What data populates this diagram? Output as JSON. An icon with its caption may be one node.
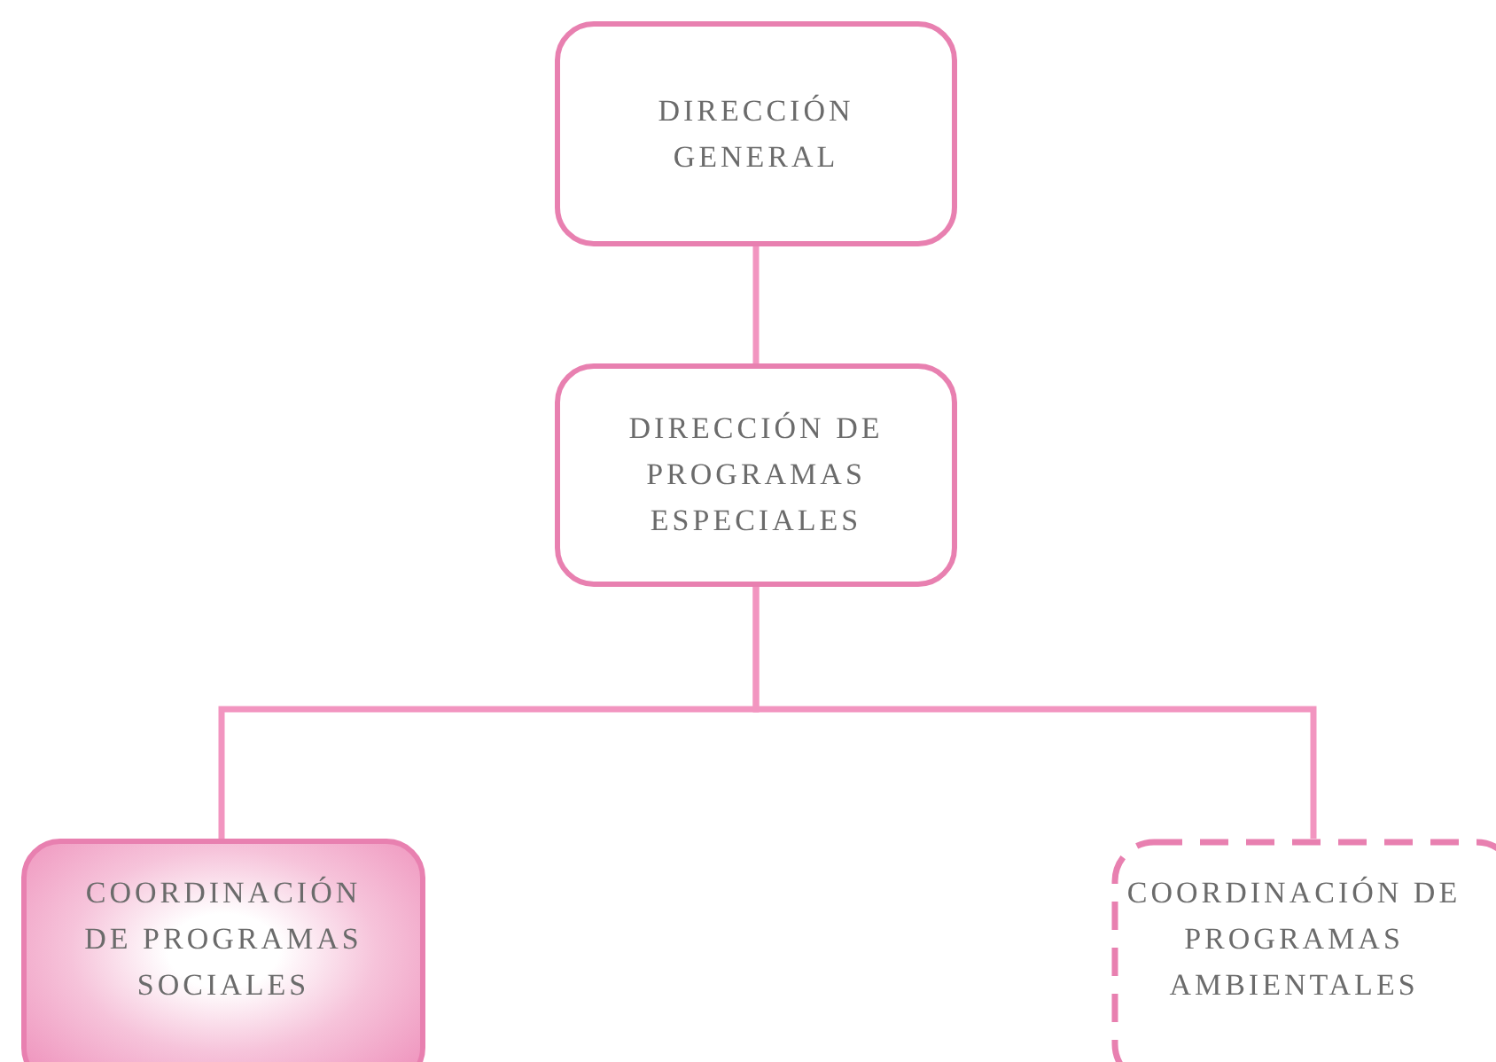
{
  "diagram": {
    "nodes": [
      {
        "text": [
          "DIRECCIÓN GENERAL"
        ]
      },
      {
        "text": [
          "DIRECCIÓN DE PROGRAMAS ESPECIALES"
        ]
      },
      {
        "text": [
          "COORDINACIÓN DE PROGRAMAS SOCIALES"
        ]
      },
      {
        "text": [
          "COORDINACIÓN DE PROGRAMAS AMBIENTALES"
        ]
      }
    ],
    "edges": [
      {
        "from": 0,
        "to": 1,
        "arrow": "none"
      },
      {
        "from": 1,
        "to": 2,
        "arrow": "none"
      },
      {
        "from": 1,
        "to": 3,
        "arrow": "none"
      }
    ]
  }
}
